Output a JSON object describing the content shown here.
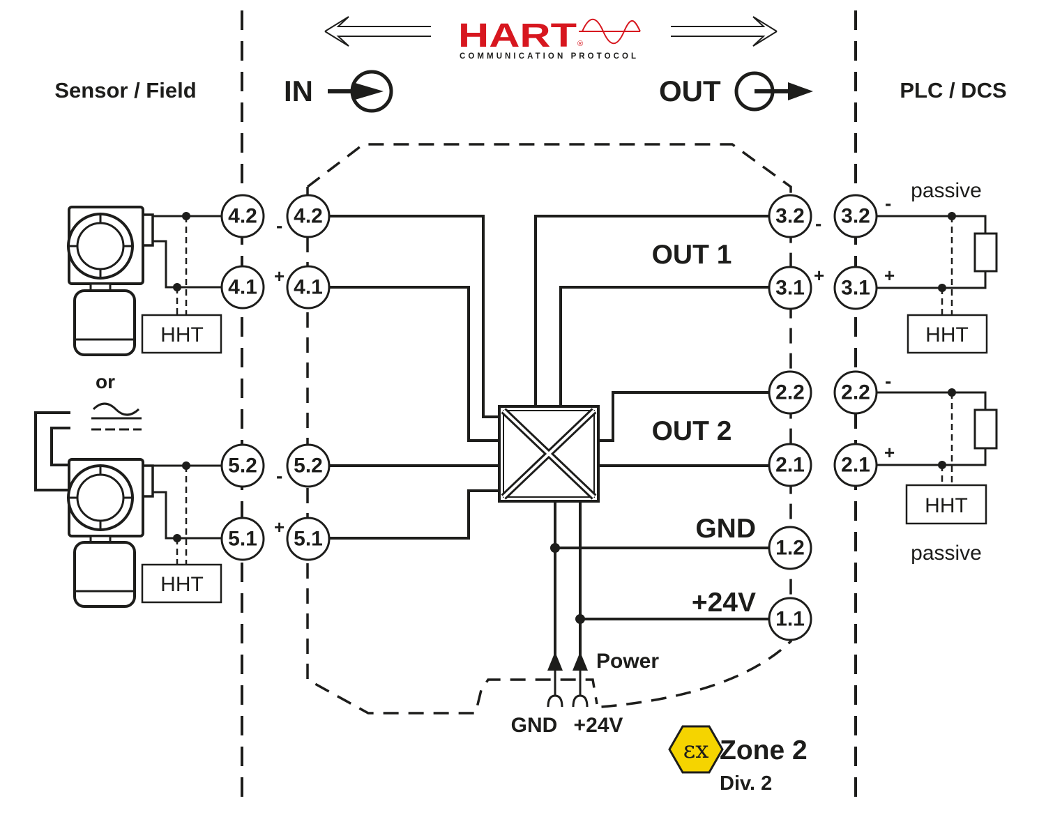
{
  "zones": {
    "left_label": "Sensor / Field",
    "right_label": "PLC / DCS"
  },
  "hart_logo": {
    "wordmark": "HART",
    "registered": "®",
    "tagline": "COMMUNICATION PROTOCOL",
    "brand_color": "#d7171f"
  },
  "io": {
    "in_label": "IN",
    "out_label": "OUT"
  },
  "terminals": {
    "field_4_2": "4.2",
    "field_4_1": "4.1",
    "field_5_2": "5.2",
    "field_5_1": "5.1",
    "in_4_2": "4.2",
    "in_4_1": "4.1",
    "in_5_2": "5.2",
    "in_5_1": "5.1",
    "out_3_2": "3.2",
    "out_3_1": "3.1",
    "out_2_2": "2.2",
    "out_2_1": "2.1",
    "out_1_2": "1.2",
    "out_1_1": "1.1",
    "plc_3_2": "3.2",
    "plc_3_1": "3.1",
    "plc_2_2": "2.2",
    "plc_2_1": "2.1"
  },
  "signs": {
    "minus": "-",
    "plus": "+"
  },
  "labels": {
    "out1": "OUT 1",
    "out2": "OUT 2",
    "gnd": "GND",
    "plus24v": "+24V",
    "power": "Power",
    "power_gnd": "GND",
    "power_24v": "+24V",
    "or": "or",
    "hht": "HHT",
    "passive": "passive"
  },
  "ex_marking": {
    "symbol": "εx",
    "zone": "Zone 2",
    "div": "Div. 2",
    "badge_color": "#f5d400"
  }
}
